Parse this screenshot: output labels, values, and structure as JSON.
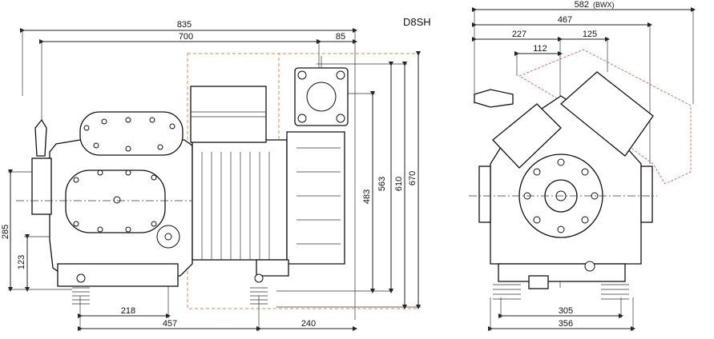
{
  "model_label": "D8SH",
  "side_view": {
    "dimensions": {
      "overall_length": "835",
      "length_700": "700",
      "offset_85": "85",
      "height_610": "610",
      "height_670": "670",
      "height_563": "563",
      "height_483": "483",
      "height_285": "285",
      "height_123": "123",
      "base_218": "218",
      "base_457": "457",
      "base_240": "240"
    }
  },
  "front_view": {
    "dimensions": {
      "overall_width": "582",
      "overall_width_note": "(BWX)",
      "width_467": "467",
      "width_227": "227",
      "width_125": "125",
      "width_112": "112",
      "foot_305": "305",
      "foot_356": "356"
    }
  },
  "colors": {
    "outline": "#111111",
    "envelope_orange": "#e08a3a",
    "envelope_red": "#d14b4b"
  }
}
